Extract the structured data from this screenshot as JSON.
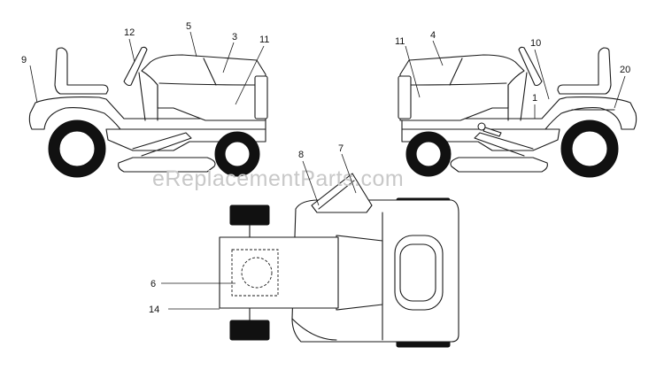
{
  "watermark": "eReplacementParts.com",
  "callouts": {
    "c1": "1",
    "c3": "3",
    "c4": "4",
    "c5": "5",
    "c6": "6",
    "c7": "7",
    "c8": "8",
    "c9": "9",
    "c10": "10",
    "c11_left": "11",
    "c11_right": "11",
    "c12": "12",
    "c14": "14",
    "c20": "20"
  }
}
